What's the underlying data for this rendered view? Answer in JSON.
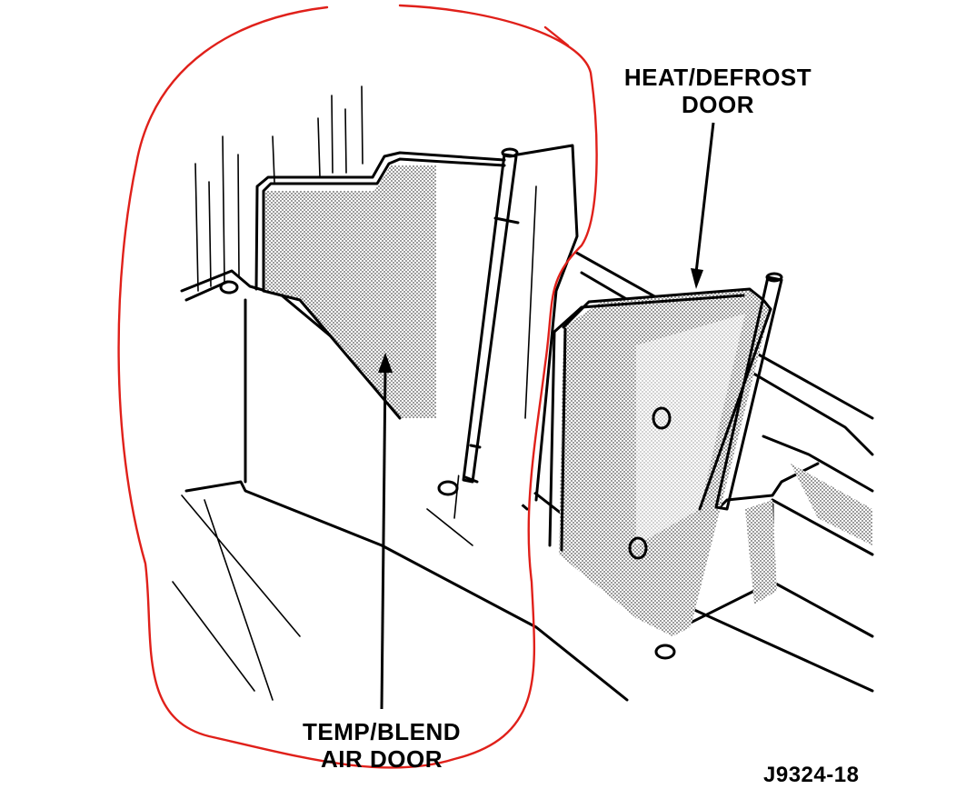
{
  "labels": {
    "heat_defrost_line1": "HEAT/DEFROST",
    "heat_defrost_line2": "DOOR",
    "temp_blend_line1": "TEMP/BLEND",
    "temp_blend_line2": "AIR DOOR",
    "figure_id": "J9324-18"
  },
  "colors": {
    "ink": "#000000",
    "highlight": "#e0201a",
    "shading": "#9a9a9a"
  }
}
